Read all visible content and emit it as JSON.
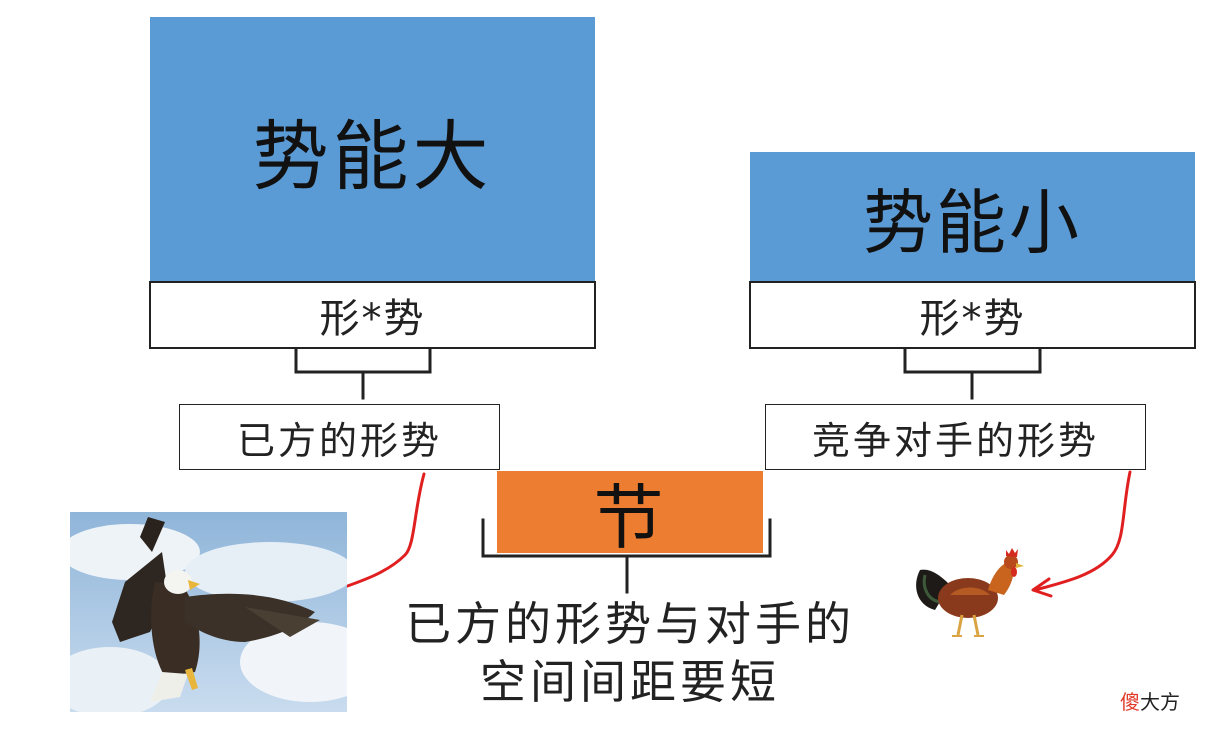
{
  "left_panel": {
    "title": "势能大",
    "formula": "形*势",
    "caption": "已方的形势"
  },
  "right_panel": {
    "title": "势能小",
    "formula": "形*势",
    "caption": "竞争对手的形势"
  },
  "center": {
    "label": "节",
    "description_line1": "已方的形势与对手的",
    "description_line2": "空间间距要短"
  },
  "images": {
    "left": "eagle",
    "right": "rooster"
  },
  "colors": {
    "blue": "#5b9bd5",
    "orange": "#ed7d31",
    "arrow": "#e02020"
  },
  "watermark": {
    "red_part": "傻",
    "black_part": "大方"
  }
}
